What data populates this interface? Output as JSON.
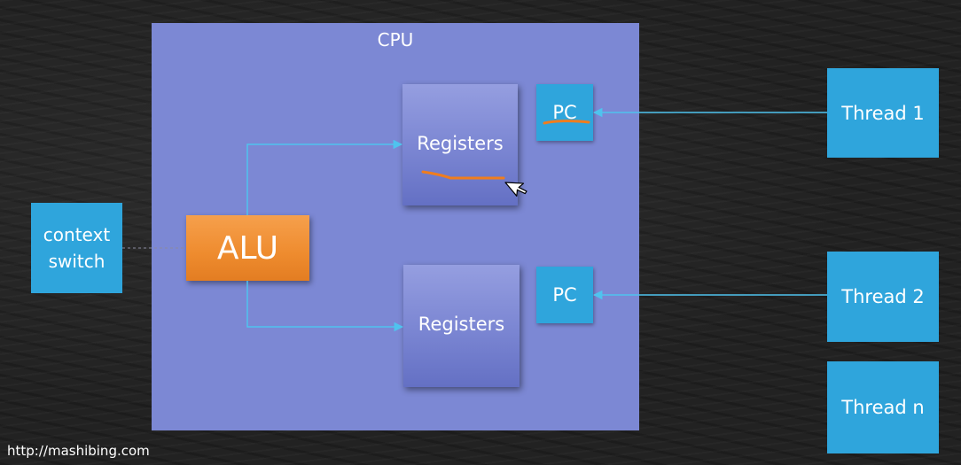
{
  "cpu": {
    "label": "CPU"
  },
  "alu": {
    "label": "ALU"
  },
  "registers": [
    {
      "label": "Registers"
    },
    {
      "label": "Registers"
    }
  ],
  "pc": [
    {
      "label": "PC"
    },
    {
      "label": "PC"
    }
  ],
  "context_switch": {
    "line1": "context",
    "line2": "switch"
  },
  "threads": [
    {
      "label": "Thread 1"
    },
    {
      "label": "Thread 2"
    },
    {
      "label": "Thread n"
    }
  ],
  "footer": {
    "url": "http://mashibing.com"
  },
  "colors": {
    "cpu_fill": "#7c88d4",
    "box_blue": "#2fa5dc",
    "alu_orange": "#ee8b2e",
    "arrow": "#4fc3ee",
    "annotation": "#f07d1e"
  }
}
